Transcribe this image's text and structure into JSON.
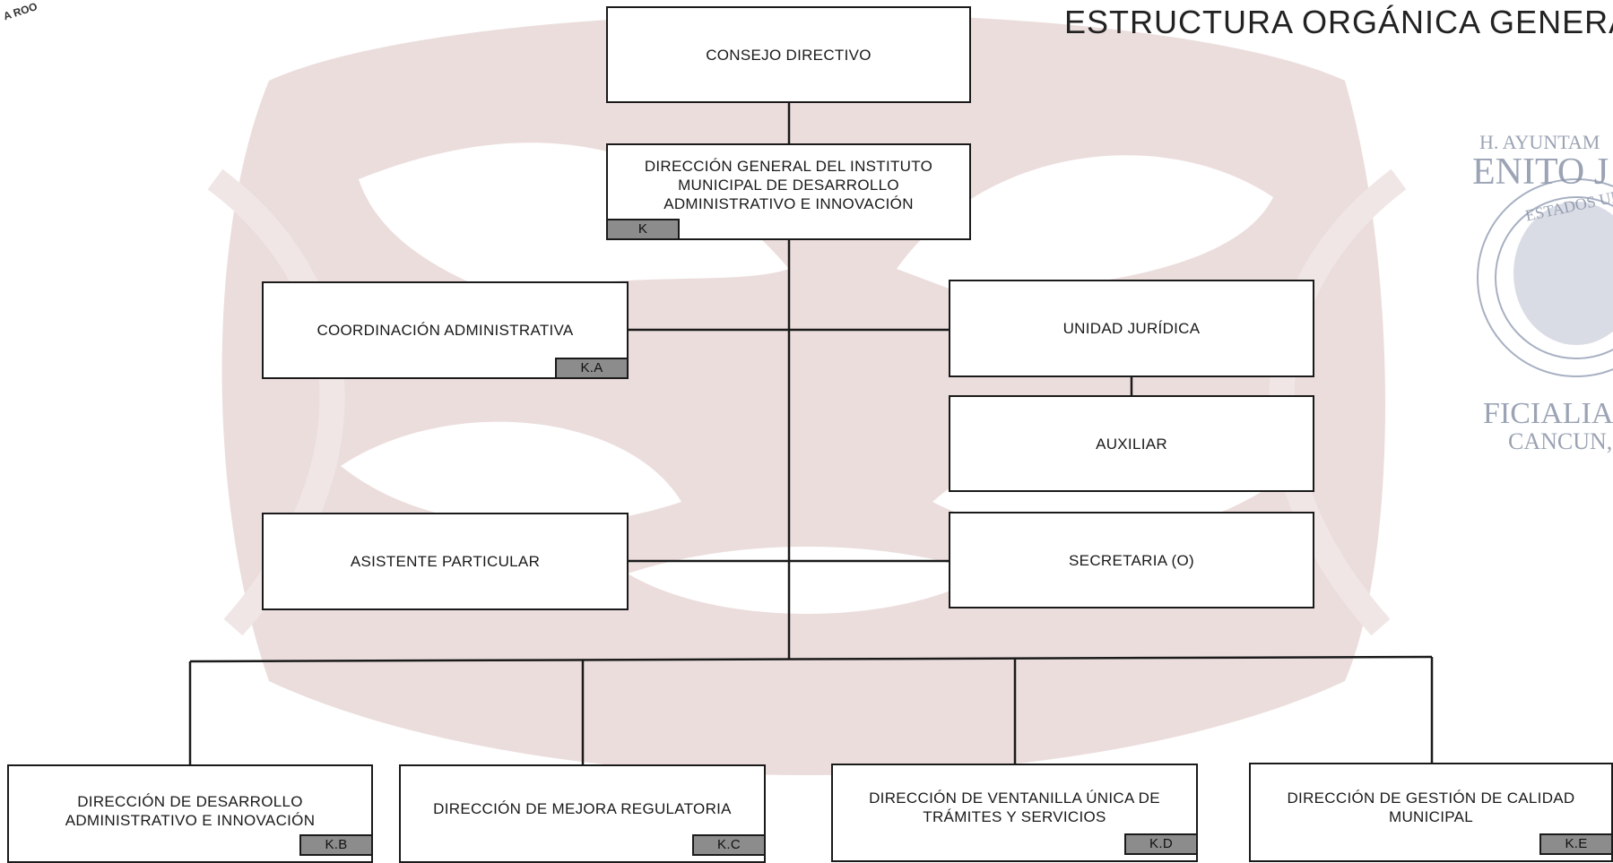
{
  "title": "ESTRUCTURA ORGÁNICA GENERA",
  "corner_text": "A ROO",
  "stamp": {
    "line1": "H. AYUNTAM",
    "line2": "ENITO J",
    "ring": "ESTADOS UNIDOS",
    "line3": "FICIALIA",
    "line4": "CANCUN, C"
  },
  "nodes": {
    "consejo": {
      "label": "CONSEJO DIRECTIVO"
    },
    "direccion_general": {
      "label": "DIRECCIÓN GENERAL DEL INSTITUTO MUNICIPAL DE DESARROLLO ADMINISTRATIVO E INNOVACIÓN",
      "code": "K"
    },
    "coord_admin": {
      "label": "COORDINACIÓN ADMINISTRATIVA",
      "code": "K.A"
    },
    "unidad_juridica": {
      "label": "UNIDAD JURÍDICA"
    },
    "auxiliar": {
      "label": "AUXILIAR"
    },
    "asistente": {
      "label": "ASISTENTE PARTICULAR"
    },
    "secretaria": {
      "label": "SECRETARIA (O)"
    },
    "dir_desarrollo": {
      "label": "DIRECCIÓN DE DESARROLLO ADMINISTRATIVO E INNOVACIÓN",
      "code": "K.B"
    },
    "dir_mejora": {
      "label": "DIRECCIÓN DE MEJORA REGULATORIA",
      "code": "K.C"
    },
    "dir_ventanilla": {
      "label": "DIRECCIÓN DE VENTANILLA ÚNICA DE TRÁMITES Y SERVICIOS",
      "code": "K.D"
    },
    "dir_calidad": {
      "label": "DIRECCIÓN DE GESTIÓN DE CALIDAD MUNICIPAL",
      "code": "K.E"
    }
  },
  "colors": {
    "line": "#1a1a1a",
    "code_fill": "#8c8c8c",
    "watermark": "#eadcdc"
  }
}
